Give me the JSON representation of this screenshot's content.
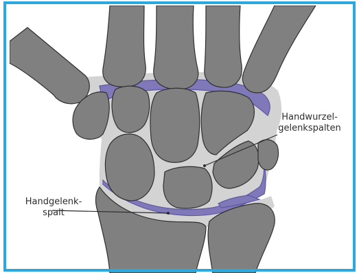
{
  "colors": {
    "border": "#2aa9e0",
    "bone": "#808080",
    "bone_outline": "#2f2f2f",
    "cartilage": "#d3d3d3",
    "joint_space": "#7f79b9",
    "joint_space_dark": "#5d58a0",
    "leader_line": "#2b2b2b"
  },
  "labels": {
    "handwurzel": {
      "line1": "Handwurzel-",
      "line2": "gelenkspalten"
    },
    "handgelenk": {
      "line1": "Handgelenk-",
      "line2": "spalt"
    }
  }
}
